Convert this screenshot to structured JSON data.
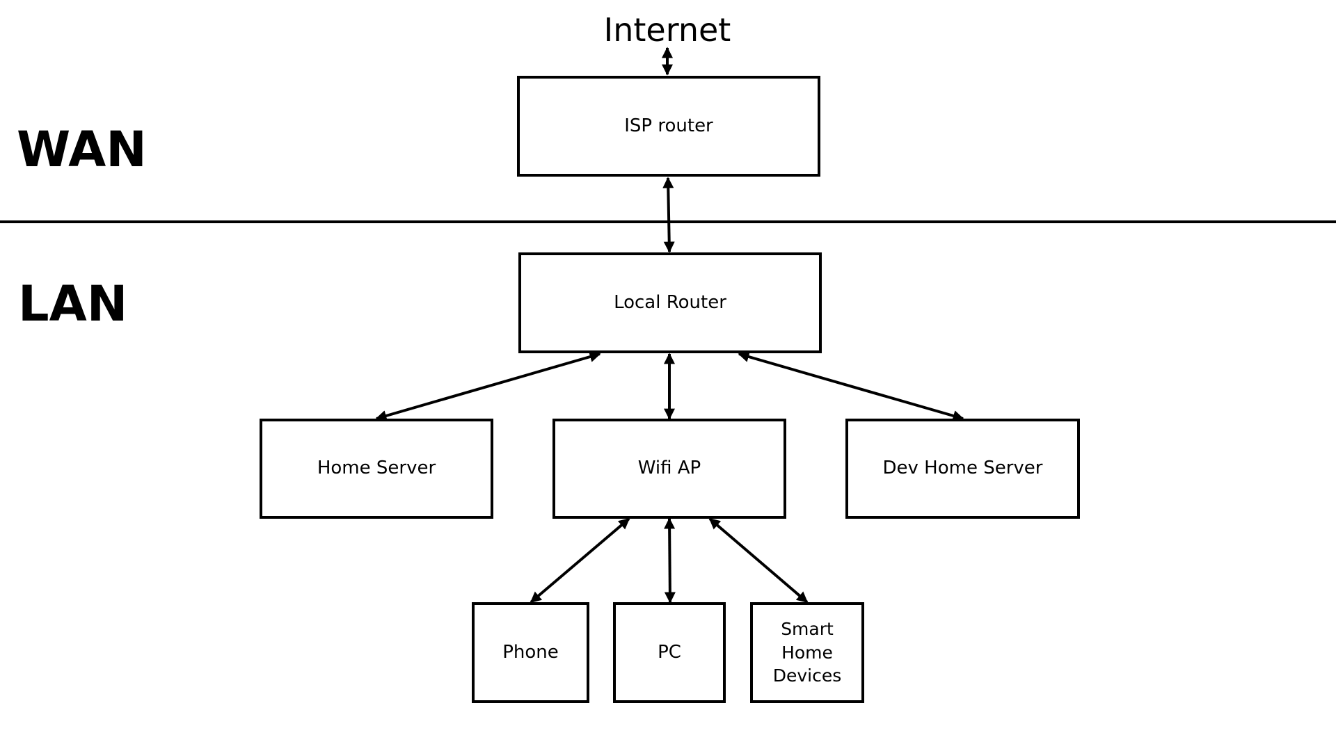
{
  "diagram": {
    "top_label": "Internet",
    "zones": {
      "wan": "WAN",
      "lan": "LAN"
    },
    "nodes": {
      "isp_router": "ISP router",
      "local_router": "Local Router",
      "home_server": "Home Server",
      "wifi_ap": "Wifi AP",
      "dev_home_server": "Dev Home Server",
      "phone": "Phone",
      "pc": "PC",
      "smart_home": "Smart\nHome\nDevices"
    },
    "edges": [
      {
        "from": "internet",
        "to": "isp_router",
        "bidirectional": true
      },
      {
        "from": "isp_router",
        "to": "local_router",
        "bidirectional": true
      },
      {
        "from": "local_router",
        "to": "home_server",
        "bidirectional": true
      },
      {
        "from": "local_router",
        "to": "wifi_ap",
        "bidirectional": true
      },
      {
        "from": "local_router",
        "to": "dev_home_server",
        "bidirectional": true
      },
      {
        "from": "wifi_ap",
        "to": "phone",
        "bidirectional": true
      },
      {
        "from": "wifi_ap",
        "to": "pc",
        "bidirectional": true
      },
      {
        "from": "wifi_ap",
        "to": "smart_home",
        "bidirectional": true
      }
    ],
    "colors": {
      "stroke": "#000000",
      "background": "#ffffff"
    }
  }
}
